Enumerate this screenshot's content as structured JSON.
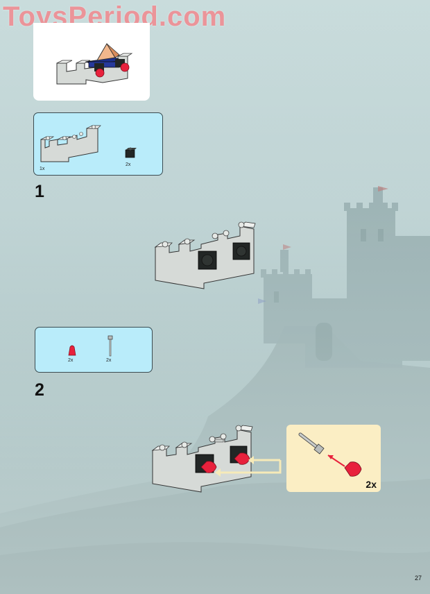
{
  "watermark": "ToysPeriod.com",
  "parts_list_1": {
    "items": [
      {
        "name": "curved-castle-wall",
        "qty": "1x"
      },
      {
        "name": "black-brick",
        "qty": "2x"
      }
    ]
  },
  "step_1": {
    "number": "1"
  },
  "parts_list_2": {
    "items": [
      {
        "name": "red-cone",
        "qty": "2x"
      },
      {
        "name": "gray-bar",
        "qty": "2x"
      }
    ]
  },
  "step_2": {
    "number": "2"
  },
  "callout": {
    "qty": "2x"
  },
  "page_number": "27",
  "colors": {
    "wall_gray": "#d8dcd9",
    "parts_bg": "#b9ecfa",
    "callout_bg": "#fbeec4",
    "red_part": "#e8213c",
    "black_part": "#222625",
    "watermark": "#ef8e94"
  }
}
